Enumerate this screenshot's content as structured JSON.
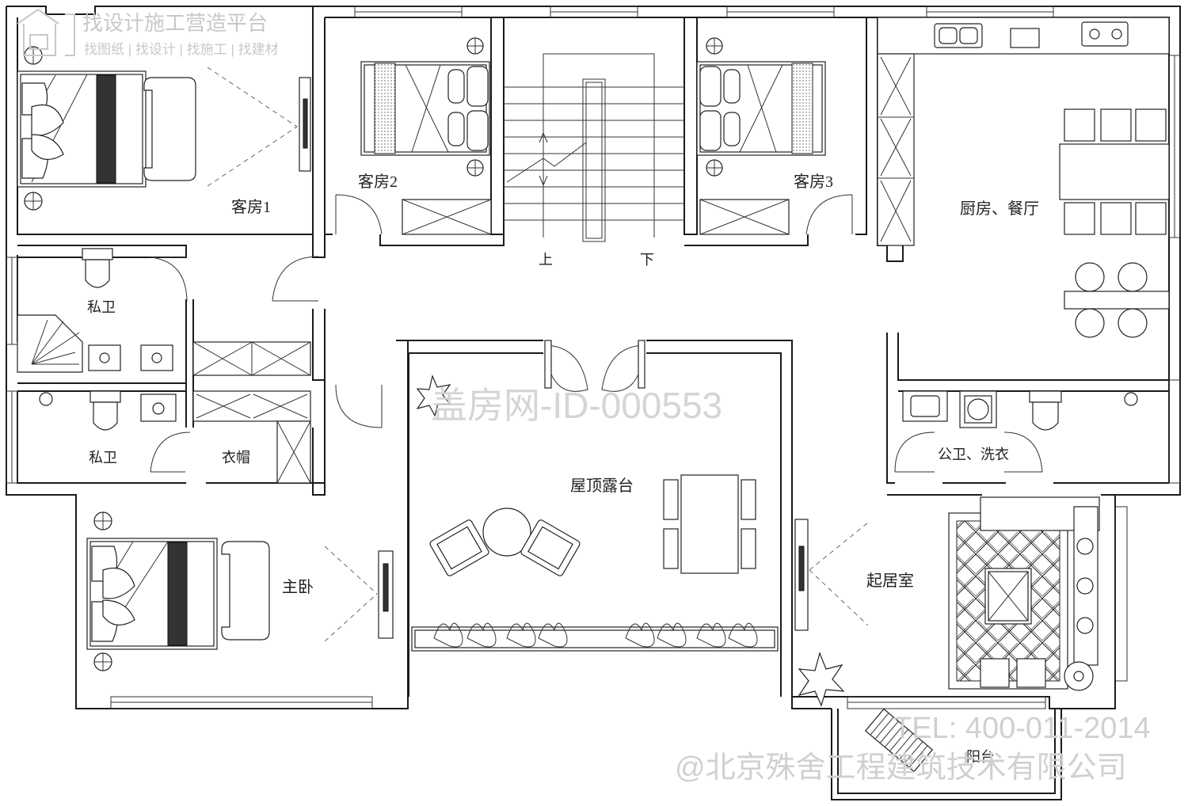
{
  "logo": {
    "title": "找设计施工营造平台",
    "tagline": "找图纸 | 找设计 | 找施工 | 找建材"
  },
  "rooms": {
    "guest1": "客房1",
    "guest2": "客房2",
    "guest3": "客房3",
    "kitchen": "厨房、餐厅",
    "bath1": "私卫",
    "bath2": "私卫",
    "closet": "衣帽",
    "terrace": "屋顶露台",
    "public_bath": "公卫、洗衣",
    "living": "起居室",
    "master": "主卧",
    "balcony": "阳台"
  },
  "stairs": {
    "up": "上",
    "down": "下"
  },
  "watermarks": {
    "id": "盖房网-ID-000553",
    "tel": "TEL: 400-011-2014",
    "company": "@北京殊舍工程建筑技术有限公司"
  }
}
